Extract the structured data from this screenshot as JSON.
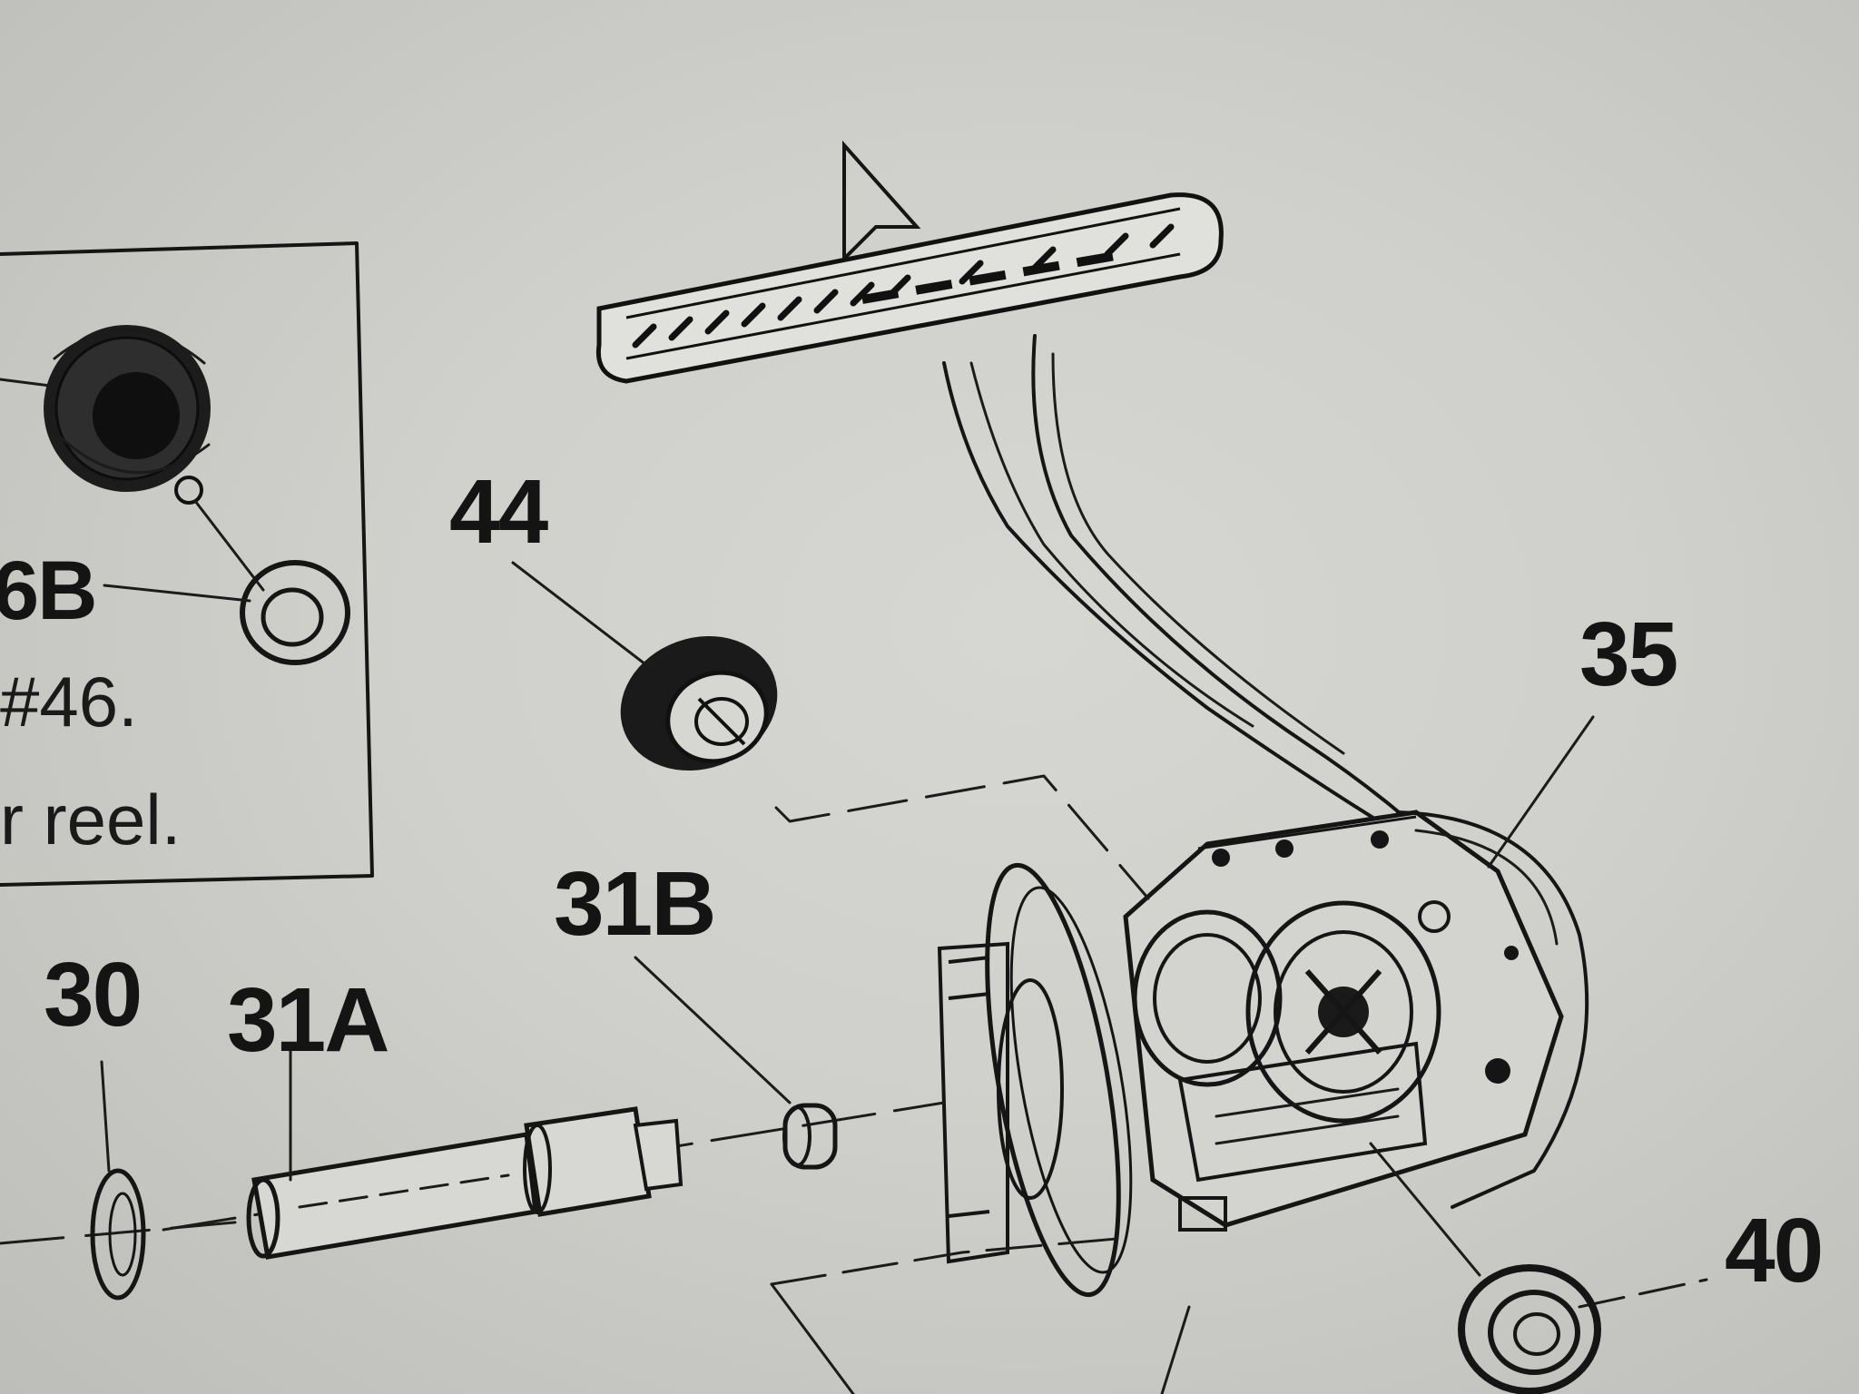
{
  "diagram": {
    "part_labels": {
      "p44": "44",
      "p35": "35",
      "p31b": "31B",
      "p30": "30",
      "p31a": "31A",
      "p40": "40",
      "p36b": "6B"
    },
    "inset_note": {
      "line1": "#46.",
      "line2": "r reel."
    }
  }
}
